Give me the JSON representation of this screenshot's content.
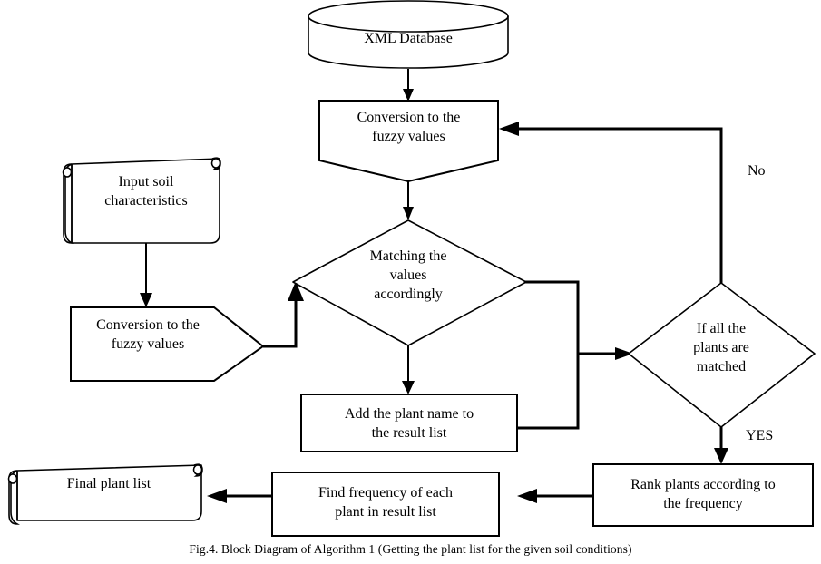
{
  "figure": {
    "caption": "Fig.4. Block Diagram of Algorithm 1 (Getting the plant list for the given soil conditions)",
    "type": "flowchart",
    "colors": {
      "background": "#ffffff",
      "stroke": "#000000",
      "fill": "#ffffff",
      "text": "#000000"
    }
  },
  "nodes": {
    "xml_database": {
      "label": "XML Database",
      "shape": "cylinder"
    },
    "conversion_db": {
      "label": "Conversion to the\nfuzzy values",
      "shape": "extract-down"
    },
    "input_soil": {
      "label": "Input soil\ncharacteristics",
      "shape": "scroll"
    },
    "conversion_soil": {
      "label": "Conversion to the\nfuzzy values",
      "shape": "pentagon-right"
    },
    "matching": {
      "label": "Matching the\nvalues\naccordingly",
      "shape": "diamond"
    },
    "if_all_matched": {
      "label": "If all the\nplants are\nmatched",
      "shape": "diamond"
    },
    "add_plant": {
      "label": "Add the plant name to\nthe result list",
      "shape": "rectangle"
    },
    "rank_plants": {
      "label": "Rank plants according to\nthe frequency",
      "shape": "rectangle"
    },
    "find_frequency": {
      "label": "Find frequency of each\nplant in result list",
      "shape": "rectangle"
    },
    "final_list": {
      "label": "Final plant list",
      "shape": "scroll"
    }
  },
  "edge_labels": {
    "no": "No",
    "yes": "YES"
  },
  "edges": [
    {
      "from": "xml_database",
      "to": "conversion_db",
      "label": ""
    },
    {
      "from": "conversion_db",
      "to": "matching",
      "label": ""
    },
    {
      "from": "input_soil",
      "to": "conversion_soil",
      "label": ""
    },
    {
      "from": "conversion_soil",
      "to": "matching",
      "label": ""
    },
    {
      "from": "matching",
      "to": "add_plant",
      "label": ""
    },
    {
      "from": "matching",
      "to": "if_all_matched",
      "label": ""
    },
    {
      "from": "add_plant",
      "to": "if_all_matched",
      "label": ""
    },
    {
      "from": "if_all_matched",
      "to": "conversion_db",
      "label": "No"
    },
    {
      "from": "if_all_matched",
      "to": "rank_plants",
      "label": "YES"
    },
    {
      "from": "rank_plants",
      "to": "find_frequency",
      "label": ""
    },
    {
      "from": "find_frequency",
      "to": "final_list",
      "label": ""
    }
  ]
}
